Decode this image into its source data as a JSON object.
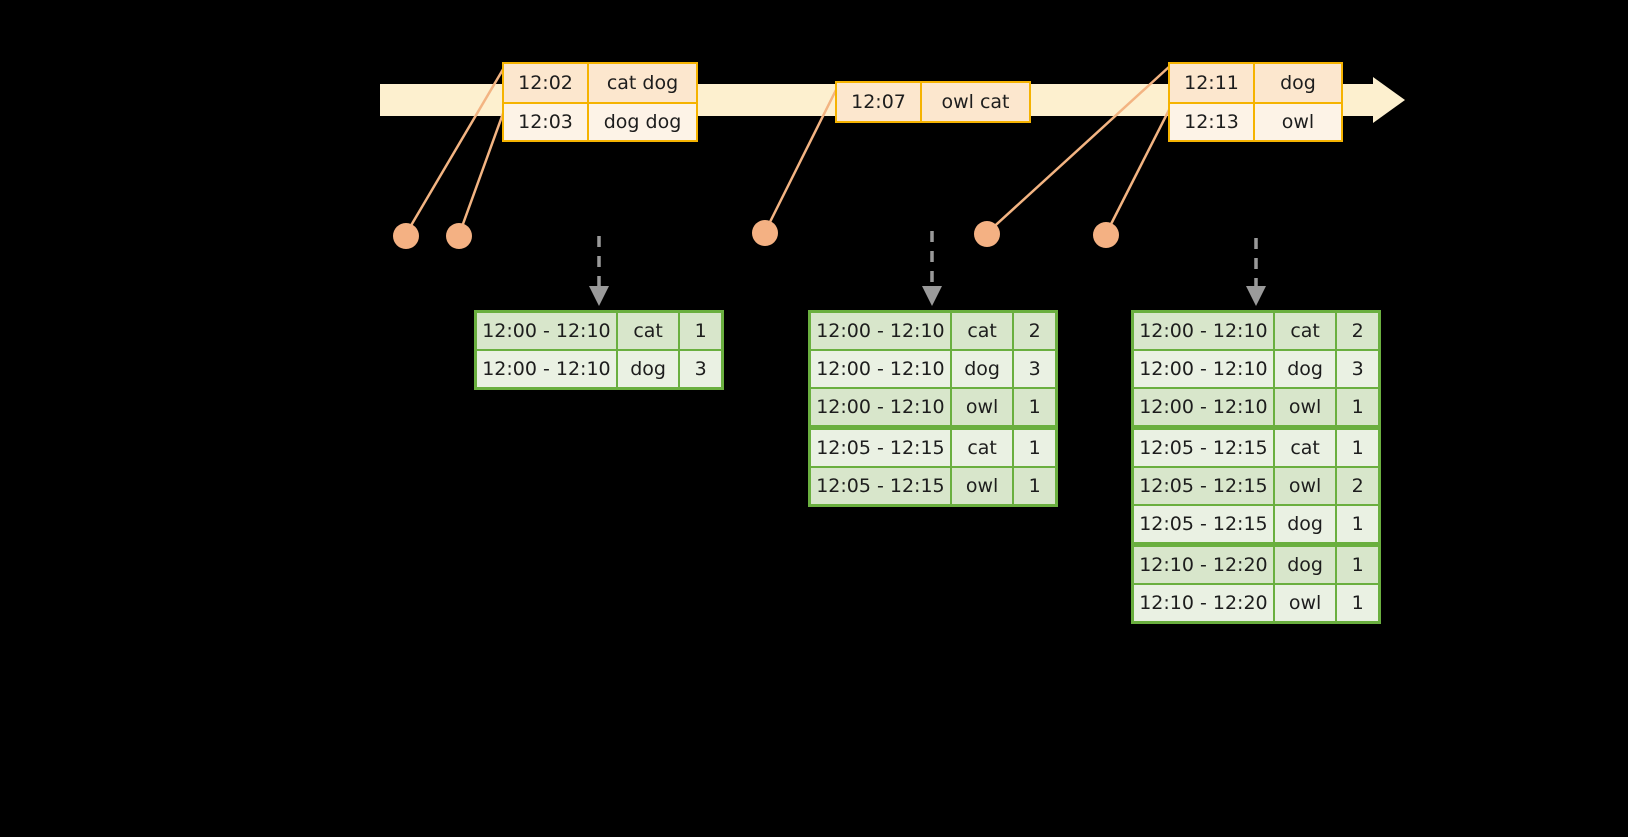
{
  "colors": {
    "background": "#000000",
    "timeline_band": "#fdf0cf",
    "event_border": "#f5b301",
    "event_fill_dark": "#fce7ce",
    "event_fill_light": "#fdf3e7",
    "leader_line": "#f3b482",
    "table_border": "#6aaf3f",
    "table_row_dark": "#d8e6cb",
    "table_row_light": "#eaf1e3",
    "dashed_arrow": "#9a9a9a"
  },
  "timeline": {
    "name": "event-stream-timeline",
    "events": [
      {
        "box": "event-box-1",
        "rows": [
          {
            "time": "12:02",
            "words": "cat dog"
          },
          {
            "time": "12:03",
            "words": "dog dog"
          }
        ]
      },
      {
        "box": "event-box-2",
        "rows": [
          {
            "time": "12:07",
            "words": "owl cat"
          }
        ]
      },
      {
        "box": "event-box-3",
        "rows": [
          {
            "time": "12:11",
            "words": "dog"
          },
          {
            "time": "12:13",
            "words": "owl"
          }
        ]
      }
    ]
  },
  "tables": [
    {
      "name": "result-table-1",
      "rows": [
        {
          "window": "12:00 - 12:10",
          "word": "cat",
          "count": "1"
        },
        {
          "window": "12:00 - 12:10",
          "word": "dog",
          "count": "3"
        }
      ]
    },
    {
      "name": "result-table-2",
      "rows": [
        {
          "window": "12:00 - 12:10",
          "word": "cat",
          "count": "2"
        },
        {
          "window": "12:00 - 12:10",
          "word": "dog",
          "count": "3"
        },
        {
          "window": "12:00 - 12:10",
          "word": "owl",
          "count": "1"
        },
        {
          "window": "12:05 - 12:15",
          "word": "cat",
          "count": "1"
        },
        {
          "window": "12:05 - 12:15",
          "word": "owl",
          "count": "1"
        }
      ]
    },
    {
      "name": "result-table-3",
      "rows": [
        {
          "window": "12:00 - 12:10",
          "word": "cat",
          "count": "2"
        },
        {
          "window": "12:00 - 12:10",
          "word": "dog",
          "count": "3"
        },
        {
          "window": "12:00 - 12:10",
          "word": "owl",
          "count": "1"
        },
        {
          "window": "12:05 - 12:15",
          "word": "cat",
          "count": "1"
        },
        {
          "window": "12:05 - 12:15",
          "word": "owl",
          "count": "2"
        },
        {
          "window": "12:05 - 12:15",
          "word": "dog",
          "count": "1"
        },
        {
          "window": "12:10 - 12:20",
          "word": "dog",
          "count": "1"
        },
        {
          "window": "12:10 - 12:20",
          "word": "owl",
          "count": "1"
        }
      ]
    }
  ]
}
